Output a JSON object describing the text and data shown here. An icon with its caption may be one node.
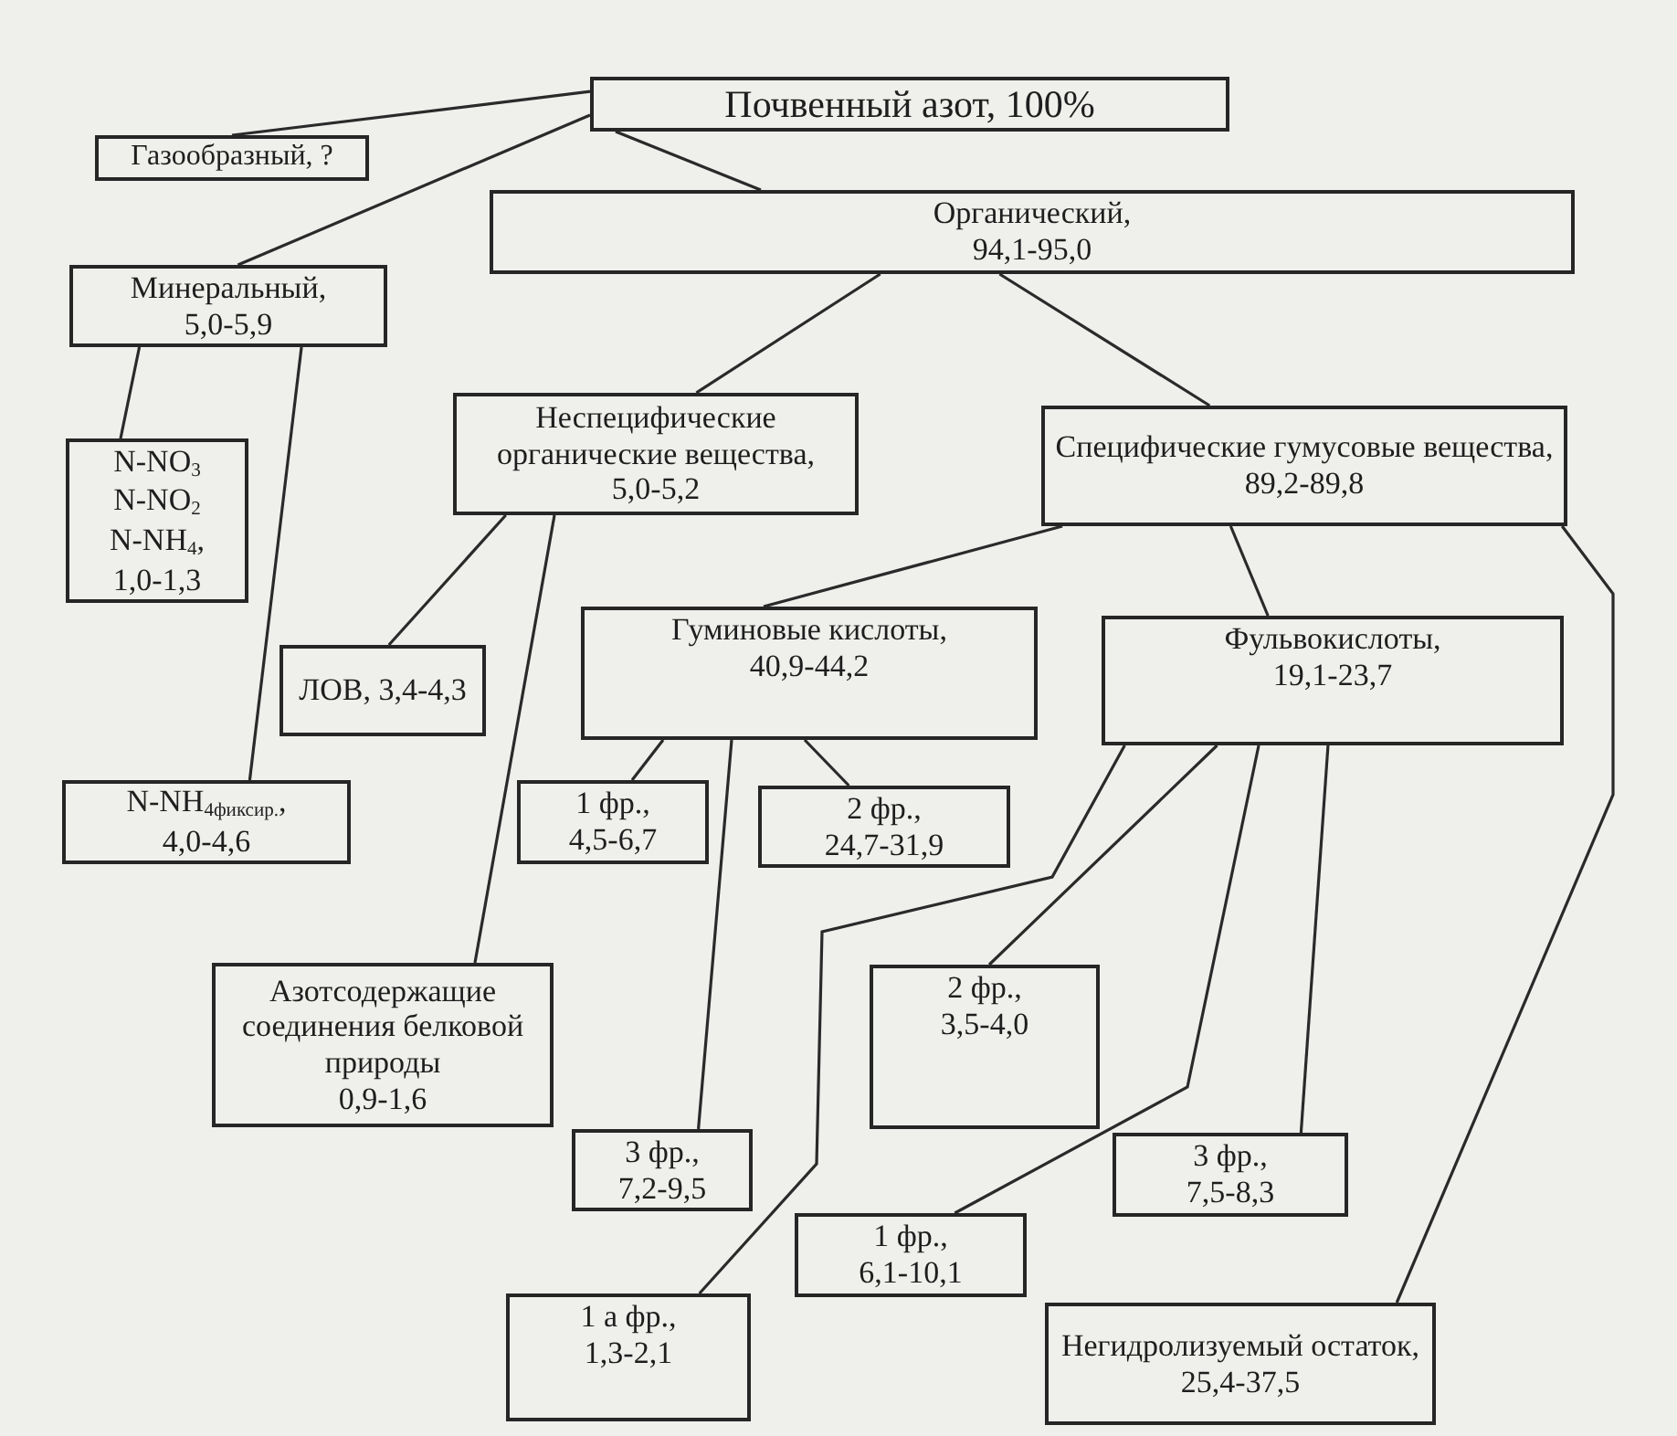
{
  "diagram": {
    "nodes": [
      {
        "text": [
          "Почвенный азот, 100%"
        ]
      },
      {
        "text": [
          "Газообразный, ?"
        ]
      },
      {
        "text": [
          "Органический,",
          "94,1-95,0"
        ]
      },
      {
        "text": [
          "Минеральный,",
          "5,0-5,9"
        ]
      },
      {
        "text": [
          "N-NO$_{3}$",
          "N-NO$_{2}$",
          "N-NH$_{4}$,",
          "1,0-1,3"
        ]
      },
      {
        "text": [
          "Неспецифические органические вещества,",
          "5,0-5,2"
        ]
      },
      {
        "text": [
          "Специфические гумусовые вещества,",
          "89,2-89,8"
        ]
      },
      {
        "text": [
          "Гуминовые кислоты,",
          "40,9-44,2"
        ]
      },
      {
        "text": [
          "Фульвокислоты,",
          "19,1-23,7"
        ]
      },
      {
        "text": [
          "ЛОВ, 3,4-4,3"
        ]
      },
      {
        "text": [
          "N-NH$_{4фиксир.}$,",
          "4,0-4,6"
        ]
      },
      {
        "text": [
          "1 фр.,",
          "4,5-6,7"
        ]
      },
      {
        "text": [
          "2 фр.,",
          "24,7-31,9"
        ]
      },
      {
        "text": [
          "Азотсодержащие соединения белковой природы",
          "0,9-1,6"
        ]
      },
      {
        "text": [
          "2 фр.,",
          "3,5-4,0"
        ]
      },
      {
        "text": [
          "3 фр.,",
          "7,2-9,5"
        ]
      },
      {
        "text": [
          "3 фр.,",
          "7,5-8,3"
        ]
      },
      {
        "text": [
          "1 фр.,",
          "6,1-10,1"
        ]
      },
      {
        "text": [
          "1 а фр.,",
          "1,3-2,1"
        ]
      },
      {
        "text": [
          "Негидролизуемый остаток,",
          "25,4-37,5"
        ]
      }
    ],
    "edges": [
      {
        "from": 0,
        "to": 1,
        "arrow": "none"
      },
      {
        "from": 0,
        "to": 3,
        "arrow": "none"
      },
      {
        "from": 0,
        "to": 2,
        "arrow": "none"
      },
      {
        "from": 3,
        "to": 4,
        "arrow": "none"
      },
      {
        "from": 3,
        "to": 10,
        "arrow": "none"
      },
      {
        "from": 2,
        "to": 5,
        "arrow": "none"
      },
      {
        "from": 2,
        "to": 6,
        "arrow": "none"
      },
      {
        "from": 5,
        "to": 9,
        "arrow": "none"
      },
      {
        "from": 5,
        "to": 13,
        "arrow": "none"
      },
      {
        "from": 6,
        "to": 7,
        "arrow": "none"
      },
      {
        "from": 6,
        "to": 8,
        "arrow": "none"
      },
      {
        "from": 6,
        "to": 19,
        "arrow": "none"
      },
      {
        "from": 7,
        "to": 11,
        "arrow": "none"
      },
      {
        "from": 7,
        "to": 15,
        "arrow": "none"
      },
      {
        "from": 7,
        "to": 12,
        "arrow": "none"
      },
      {
        "from": 8,
        "to": 18,
        "arrow": "none"
      },
      {
        "from": 8,
        "to": 14,
        "arrow": "none"
      },
      {
        "from": 8,
        "to": 17,
        "arrow": "none"
      },
      {
        "from": 8,
        "to": 16,
        "arrow": "none"
      }
    ]
  }
}
